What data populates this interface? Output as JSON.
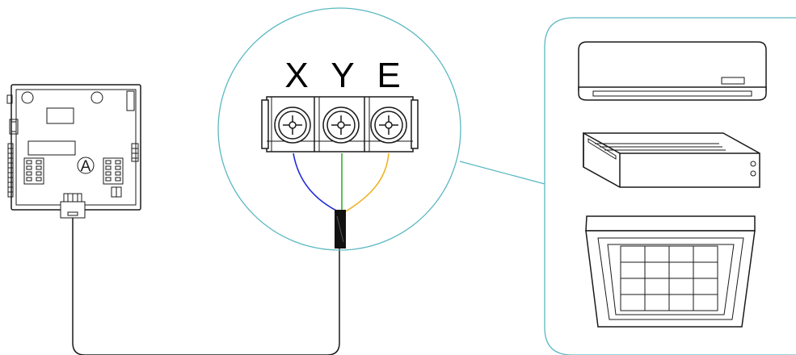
{
  "terminal_block": {
    "labels": [
      "X",
      "Y",
      "E"
    ]
  },
  "wires": {
    "x_color": "#1f2bd6",
    "y_color": "#2db52d",
    "e_color": "#f0b428"
  },
  "accent_color": "#5bb8c2",
  "board": {
    "marker_letter": "A"
  },
  "units": [
    "wall-mounted-split-unit",
    "ducted-unit",
    "cassette-unit"
  ]
}
